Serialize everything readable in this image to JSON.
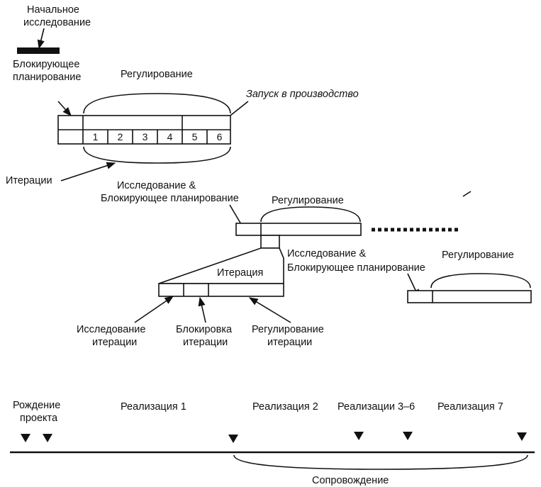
{
  "labels": {
    "initial_research_1": "Начальное",
    "initial_research_2": "исследование",
    "blocking_planning_1": "Блокирующее",
    "blocking_planning_2": "планирование",
    "steering_top": "Регулирование",
    "release_to_production": "Запуск в производство",
    "iterations": "Итерации",
    "research_blocking_1a": "Исследование &",
    "research_blocking_1b": "Блокирующее планирование",
    "steering_mid": "Регулирование",
    "research_blocking_2a": "Исследование &",
    "research_blocking_2b": "Блокирующее планирование",
    "steering_right": "Регулирование",
    "iteration": "Итерация",
    "iter_research_1": "Исследование",
    "iter_research_2": "итерации",
    "iter_blocking_1": "Блокировка",
    "iter_blocking_2": "итерации",
    "iter_steering_1": "Регулирование",
    "iter_steering_2": "итерации"
  },
  "iteration_numbers": [
    "1",
    "2",
    "3",
    "4",
    "5",
    "6"
  ],
  "timeline": {
    "birth_1": "Рождение",
    "birth_2": "проекта",
    "release_1": "Реализация 1",
    "release_2": "Реализация 2",
    "release_3_6": "Реализации 3–6",
    "release_7": "Реализация 7",
    "maintenance": "Сопровождение"
  }
}
